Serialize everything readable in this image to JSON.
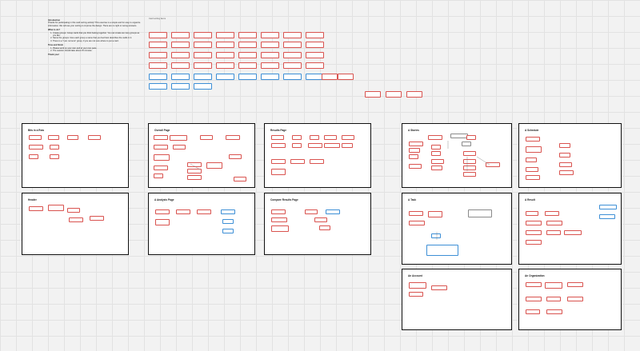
{
  "intro": {
    "heading": "Introduction",
    "text": "Thanks for participating in this card sorting activity! This exercise is a simple and fun way to organize information. We will use your sorting to improve the design. There are no right or wrong answers.",
    "todo_heading": "What to do?",
    "steps": [
      "Create groups: Group cards that you think belong together. You can create as many groups as you like.",
      "Name the groups: Give each group a name that you feel best describes the cards in it.",
      "There is a \"I am not sure\" group, if you are not sure where to put a card."
    ],
    "finish_heading": "Time and finish",
    "finish_lines": [
      "Please work on your own and at your own pace.",
      "The session should take about 15 minutes."
    ],
    "thanks": "Thank you!"
  },
  "sticky_caption": "Card sorting items",
  "colors": {
    "red": "#d9534f",
    "blue": "#3d8fd6",
    "gray": "#8a8a8a",
    "frame": "#111111",
    "canvas": "#f2f2f2"
  },
  "frames": [
    {
      "id": "bits",
      "title": "Bits in a Row"
    },
    {
      "id": "overall",
      "title": "Overall Page"
    },
    {
      "id": "results",
      "title": "Results Page"
    },
    {
      "id": "stories",
      "title": "A Stories"
    },
    {
      "id": "schedule",
      "title": "A Schedule"
    },
    {
      "id": "header",
      "title": "Header"
    },
    {
      "id": "analysis",
      "title": "A Analysis Page"
    },
    {
      "id": "compare",
      "title": "Compare Results Page"
    },
    {
      "id": "task",
      "title": "A Task"
    },
    {
      "id": "result",
      "title": "A Result"
    },
    {
      "id": "account",
      "title": "An Account"
    },
    {
      "id": "organization",
      "title": "An Organization"
    }
  ]
}
